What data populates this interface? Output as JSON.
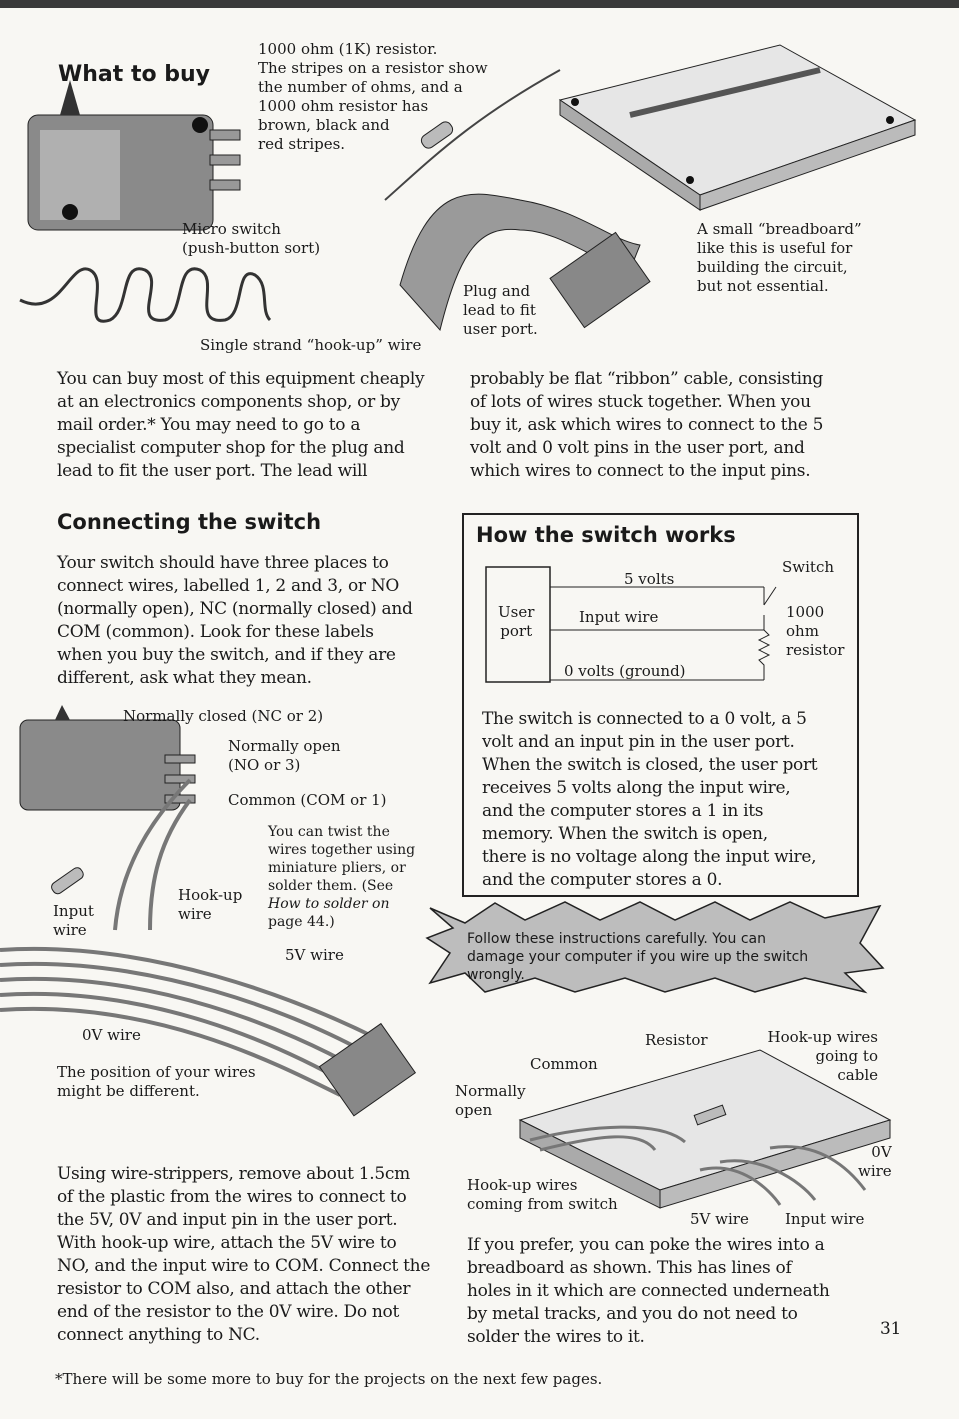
{
  "what_to_buy": {
    "heading": "What to buy",
    "resistor_caption": [
      "1000 ohm (1K) resistor.",
      "The stripes on a resistor show",
      "the number of ohms, and a",
      "1000 ohm resistor has",
      "brown, black and",
      "red stripes."
    ],
    "micro_switch_caption": [
      "Micro switch",
      "(push-button sort)"
    ],
    "hookup_wire_caption": "Single strand “hook-up” wire",
    "plug_caption": [
      "Plug and",
      "lead to fit",
      "user port."
    ],
    "breadboard_caption": [
      "A small “breadboard”",
      "like this is useful for",
      "building the circuit,",
      "but not essential."
    ]
  },
  "intro_col1": [
    "You can buy most of this equipment cheaply",
    "at an electronics components shop, or by",
    "mail order.* You may need to go to a",
    "specialist computer shop for the plug and",
    "lead to fit the user port. The lead will"
  ],
  "intro_col2": [
    "probably be flat “ribbon” cable, consisting",
    "of lots of wires stuck together. When you",
    "buy it, ask which wires to connect to the 5",
    "volt and 0 volt pins in the user port, and",
    "which wires to connect to the input pins."
  ],
  "connecting": {
    "heading": "Connecting the switch",
    "para": [
      "Your switch should have three places to",
      "connect wires, labelled 1, 2 and 3, or NO",
      "(normally open), NC (normally closed) and",
      "COM (common). Look for these labels",
      "when you buy the switch, and if they are",
      "different, ask what they mean."
    ],
    "labels": {
      "nc": "Normally closed (NC or 2)",
      "no": [
        "Normally open",
        "(NO or 3)"
      ],
      "com": "Common (COM or 1)",
      "twist": [
        "You can twist the",
        "wires together using",
        "miniature pliers, or",
        "solder them. (See",
        "How to solder on",
        "page 44.)"
      ],
      "hookup": [
        "Hook-up",
        "wire"
      ],
      "input": [
        "Input",
        "wire"
      ],
      "fivev": "5V wire",
      "zerov": "0V wire",
      "position": [
        "The position of your wires",
        "might be different."
      ]
    },
    "steps": [
      "Using wire-strippers, remove about 1.5cm",
      "of the plastic from the wires to connect to",
      "the 5V, 0V and input pin in the user port.",
      "With hook-up wire, attach the 5V wire to",
      "NO, and the input wire to COM. Connect the",
      "resistor to COM also, and attach the other",
      "end of the resistor to the 0V wire. Do not",
      "connect anything to NC."
    ]
  },
  "how_box": {
    "heading": "How the switch works",
    "diagram": {
      "user_port": [
        "User",
        "port"
      ],
      "five_volts": "5 volts",
      "input_wire": "Input wire",
      "zero_volts": "0 volts (ground)",
      "switch": "Switch",
      "resistor": [
        "1000",
        "ohm",
        "resistor"
      ]
    },
    "para": [
      "The switch is connected to a 0 volt, a 5",
      "volt and an input pin in the user port.",
      "When the switch is closed, the user port",
      "receives 5 volts along the input wire,",
      "and the computer stores a 1 in its",
      "memory. When the switch is open,",
      "there is no voltage along the input wire,",
      "and the computer stores a 0."
    ]
  },
  "warning": [
    "Follow these instructions carefully. You can",
    "damage your computer if you wire up the switch",
    "wrongly."
  ],
  "breadboard2": {
    "resistor": "Resistor",
    "hookup_cable": [
      "Hook-up wires",
      "going to",
      "cable"
    ],
    "common": "Common",
    "normally_open": [
      "Normally",
      "open"
    ],
    "zerov": [
      "0V",
      "wire"
    ],
    "hookup_switch": [
      "Hook-up wires",
      "coming from switch"
    ],
    "fivev": "5V wire",
    "input": "Input wire"
  },
  "breadboard_text": [
    "If you prefer, you can poke the wires into a",
    "breadboard as shown. This has lines of",
    "holes in it which are connected underneath",
    "by metal tracks, and you do not need to",
    "solder the wires to it."
  ],
  "page_number": "31",
  "footnote": "*There will be some more to buy for the projects on the next few pages."
}
